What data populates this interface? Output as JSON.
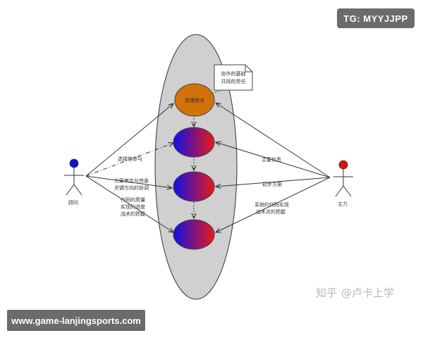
{
  "watermarks": {
    "tg": "TG: MYYJJPP",
    "url": "www.game-lanjingsports.com",
    "zhihu_brand": "知乎",
    "zhihu_user": "@卢卡上学"
  },
  "diagram": {
    "note": [
      "协作的基础",
      "共同的责任"
    ],
    "top_usecase": "选理需求",
    "actors": {
      "left": "顾问",
      "right": "主力"
    },
    "left_labels": {
      "l1": [
        "选择性参与"
      ],
      "l2": [
        "方案审定与完善",
        "关键方向的协调"
      ],
      "l3": [
        "代码的质量",
        "实现的进度",
        "战术的把握"
      ]
    },
    "right_labels": {
      "r1": [
        "主要负责"
      ],
      "r2": [
        "初步方案"
      ],
      "r3": [
        "系统的代码实现",
        "战术点的把握"
      ]
    },
    "colors": {
      "boundary_fill": "#d0d0d0",
      "top_usecase_fill": "#d2720a",
      "usecase_gradient_start": "#1010e8",
      "usecase_gradient_end": "#e81818",
      "left_actor_head": "#1010d0",
      "right_actor_head": "#e01010"
    }
  }
}
